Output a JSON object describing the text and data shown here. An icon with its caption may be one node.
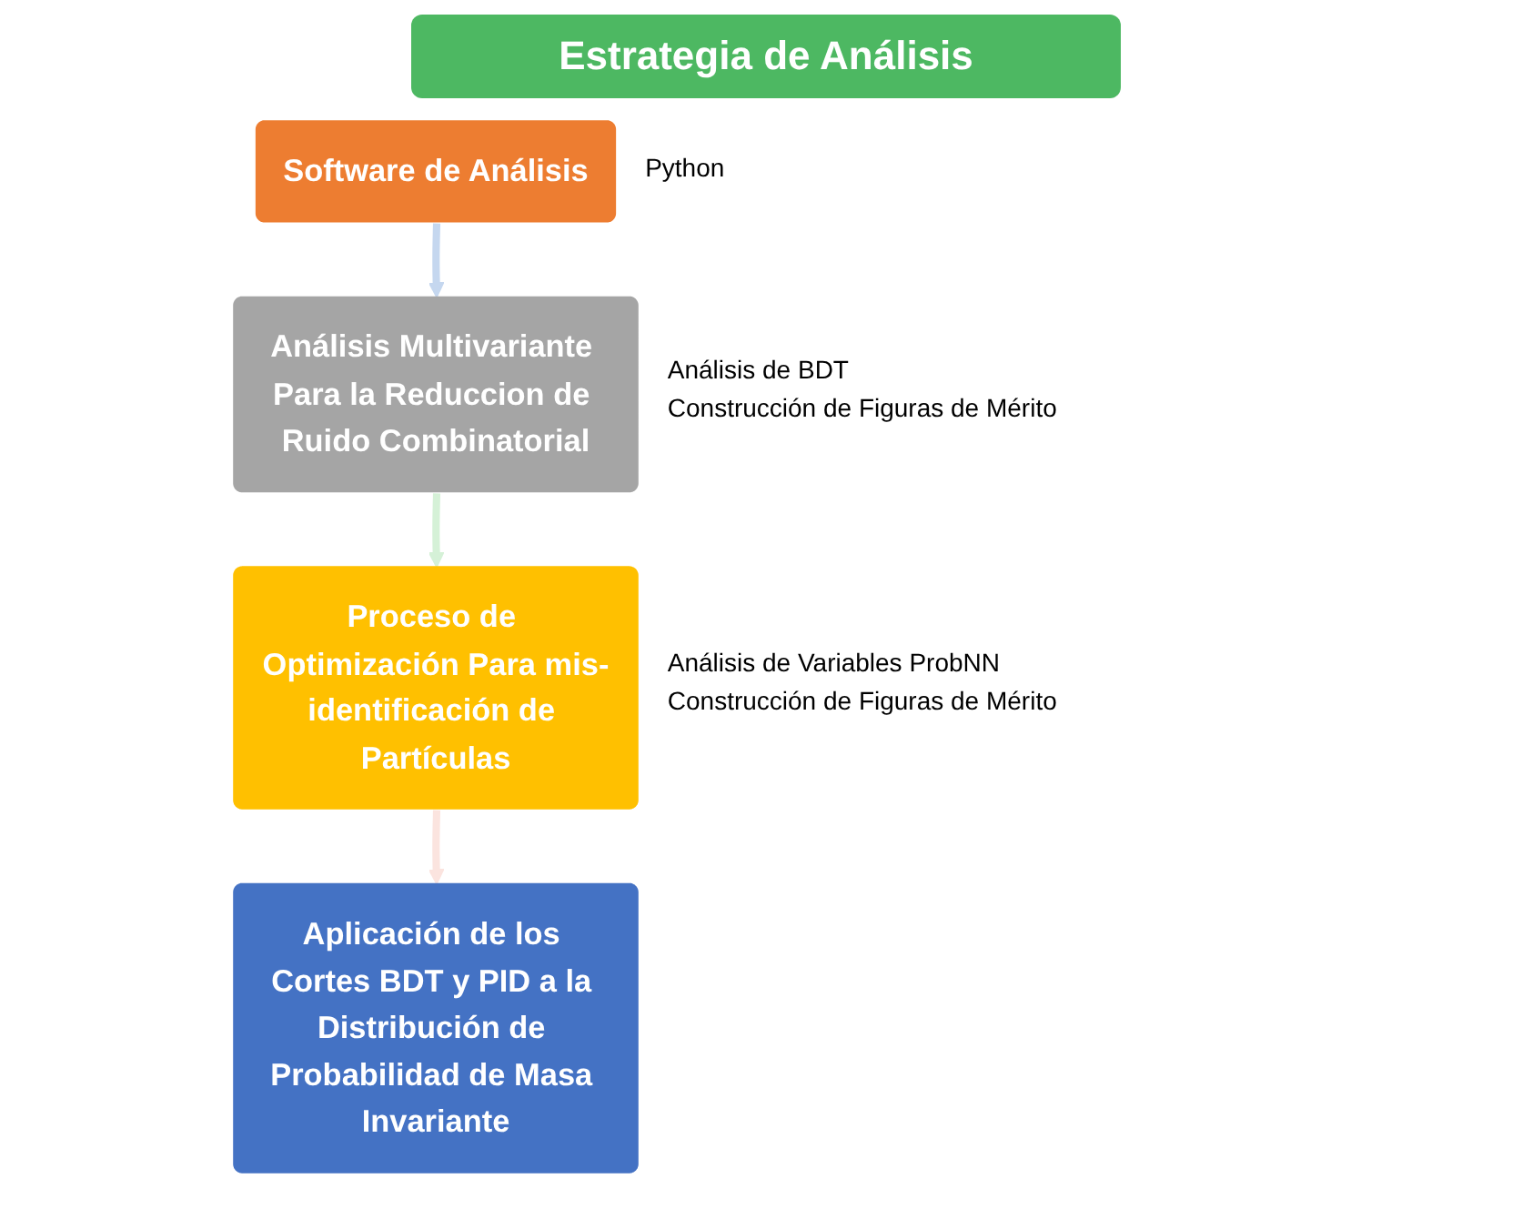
{
  "diagram": {
    "title": "Estrategia de Análisis",
    "nodes": [
      {
        "text": [
          "Software de Análisis"
        ],
        "beside": [
          "Python"
        ]
      },
      {
        "text": [
          "Análisis Multivariante Para la Reduccion de Ruido Combinatorial"
        ],
        "beside": [
          "Análisis de BDT",
          "Construcción de Figuras de Mérito"
        ]
      },
      {
        "text": [
          "Proceso de Optimización Para mis-identificación de Partículas"
        ],
        "beside": [
          "Análisis de Variables ProbNN",
          "Construcción de Figuras de Mérito"
        ]
      },
      {
        "text": [
          "Aplicación de los Cortes BDT y PID a la Distribución de Probabilidad de Masa Invariante"
        ]
      }
    ],
    "edges": [
      {
        "from": 0,
        "to": 1,
        "arrow": "to",
        "color": "#c5d7ef"
      },
      {
        "from": 1,
        "to": 2,
        "arrow": "to",
        "color": "#d5f1d7"
      },
      {
        "from": 2,
        "to": 3,
        "arrow": "to",
        "color": "#fbe4df"
      }
    ]
  }
}
